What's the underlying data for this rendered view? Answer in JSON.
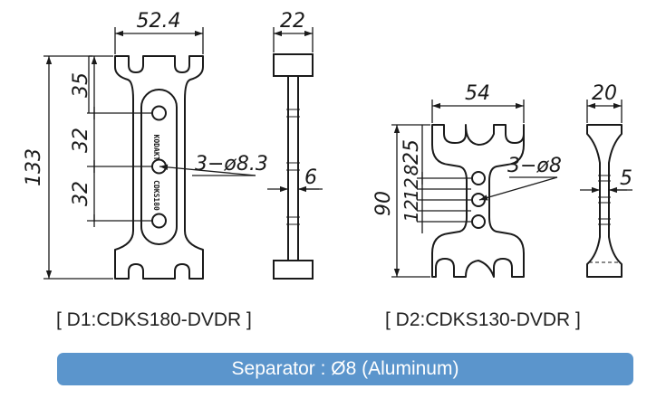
{
  "d1": {
    "width": "52.4",
    "thickness": "22",
    "height": "133",
    "top_offset": "35",
    "pitch_1": "32",
    "pitch_2": "32",
    "holes": "3−ø8.3",
    "web": "6",
    "engraving_1": "KODAKT",
    "engraving_2": "CDKS180",
    "caption": "[ D1:CDKS180-DVDR ]"
  },
  "d2": {
    "width": "54",
    "thickness": "20",
    "height": "90",
    "top_offset": "25",
    "pitch_1": "12",
    "pitch_2": "12",
    "pitch_3": "8",
    "holes": "3−ø8",
    "web": "5",
    "caption": "[ D2:CDKS130-DVDR ]"
  },
  "footer": {
    "label": "Separator : Ø8 (Aluminum)",
    "color": "#5b95cc"
  }
}
